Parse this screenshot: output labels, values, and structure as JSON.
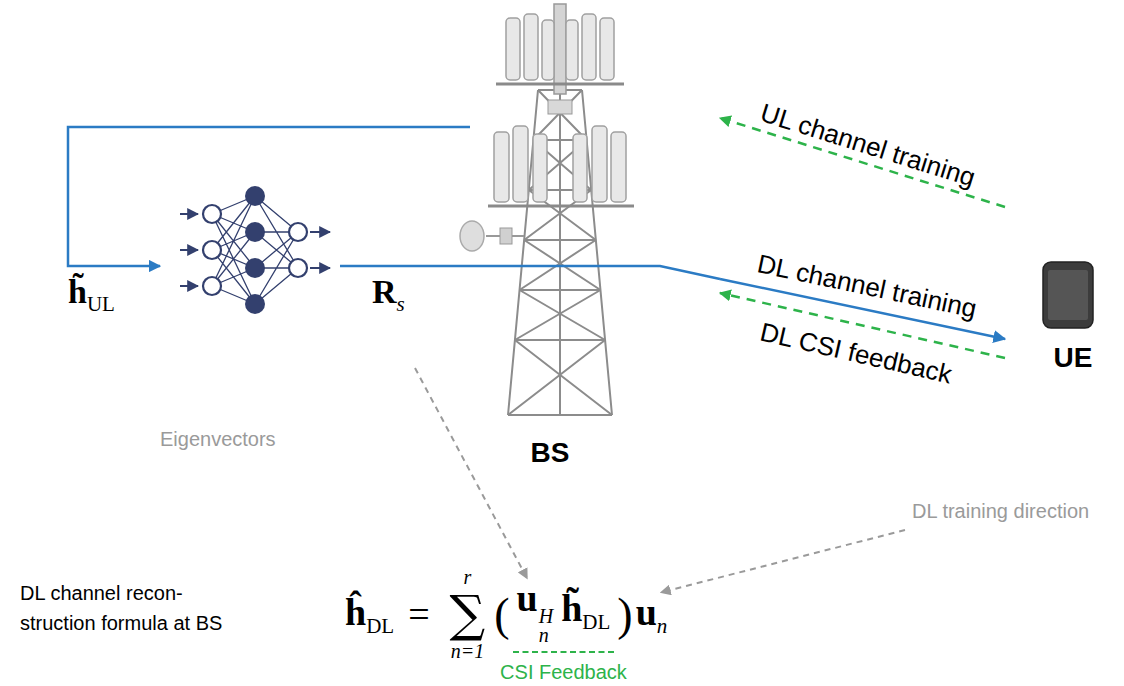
{
  "diagram": {
    "nodes": [
      {
        "text": [
          "BS"
        ]
      },
      {
        "text": [
          "UE"
        ]
      }
    ],
    "edges": [
      {
        "from": 1,
        "to": 0,
        "arrow": "to",
        "label": "UL channel training"
      },
      {
        "from": 0,
        "to": 1,
        "arrow": "to",
        "label": "DL channel training"
      },
      {
        "from": 1,
        "to": 0,
        "arrow": "to",
        "label": "DL CSI feedback"
      }
    ],
    "labels": [
      "h̃",
      "UL",
      "R",
      "s",
      "Eigenvectors",
      "DL training direction",
      "DL channel recon- struction formula at BS",
      "ĥ",
      "DL",
      "=",
      "r",
      "∑",
      "n=1",
      "(",
      "u",
      "H",
      "n",
      "h̃",
      "DL",
      ")",
      "u",
      "n",
      "CSI Feedback"
    ]
  }
}
